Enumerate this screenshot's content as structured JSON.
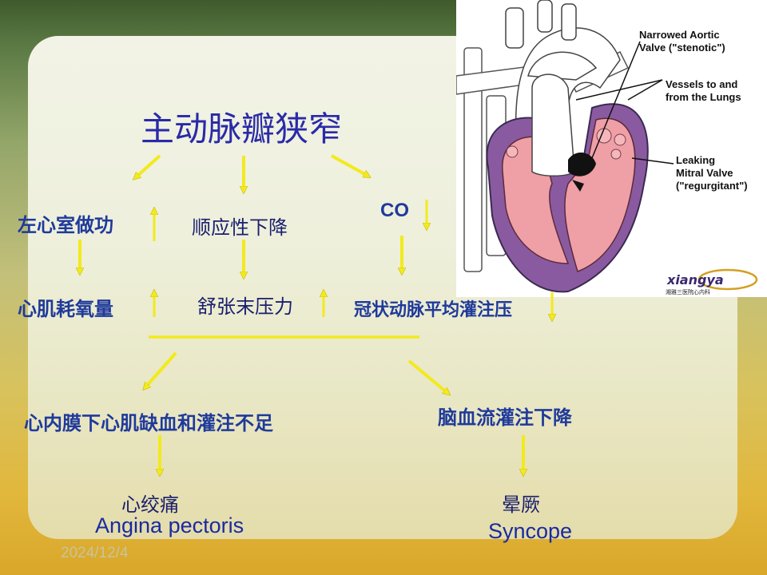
{
  "title": "主动脉瓣狭窄",
  "nodes": {
    "lv_work": "左心室做功",
    "compliance": "顺应性下降",
    "co": "CO",
    "myo_o2": "心肌耗氧量",
    "edp": "舒张末压力",
    "coronary": "冠状动脉平均灌注压",
    "ischemia": "心内膜下心肌缺血和灌注不足",
    "cerebral": "脑血流灌注下降",
    "angina_cn": "心绞痛",
    "angina_en": "Angina pectoris",
    "syncope_cn": "晕厥",
    "syncope_en": "Syncope"
  },
  "heart_figure": {
    "callouts": {
      "aortic_1": "Narrowed Aortic",
      "aortic_2": "Valve (\"stenotic\")",
      "vessels_1": "Vessels to and",
      "vessels_2": "from the Lungs",
      "mitral_1": "Leaking",
      "mitral_2": "Mitral Valve",
      "mitral_3": "(\"regurgitant\")"
    },
    "logo_text": "xiangya",
    "logo_sub": "湘雅三医院心内科"
  },
  "footer": {
    "date": "2024/12/4"
  },
  "colors": {
    "arrow_yellow": "#f2ea1c",
    "label_blue": "#1f3a9b",
    "heart_purple": "#8a5aa0",
    "heart_pink": "#ef9fa6"
  }
}
